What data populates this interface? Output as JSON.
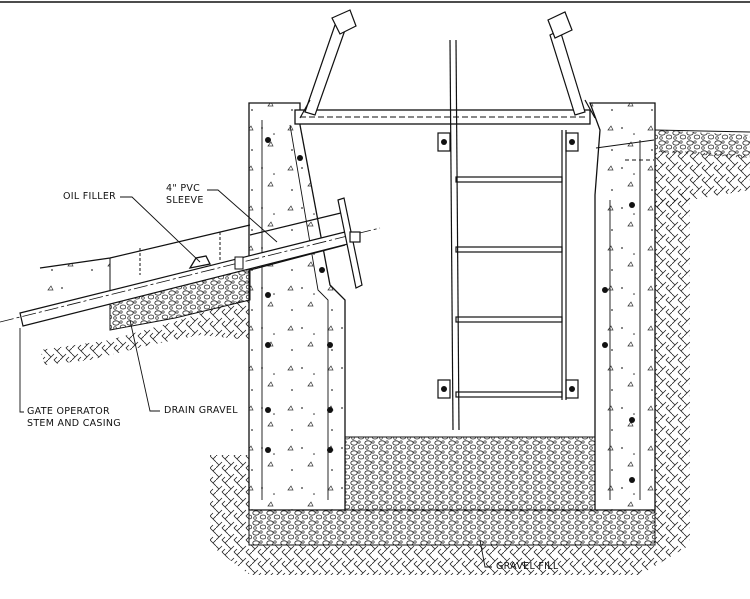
{
  "labels": {
    "oil_filler": "OIL FILLER",
    "pvc_line1": "4\" PVC",
    "pvc_line2": "SLEEVE",
    "gate_line1": "GATE OPERATOR",
    "gate_line2": "STEM AND CASING",
    "drain_gravel": "DRAIN GRAVEL",
    "gravel_fill": "GRAVEL FILL"
  },
  "colors": {
    "line": "#111111",
    "background": "#ffffff"
  }
}
